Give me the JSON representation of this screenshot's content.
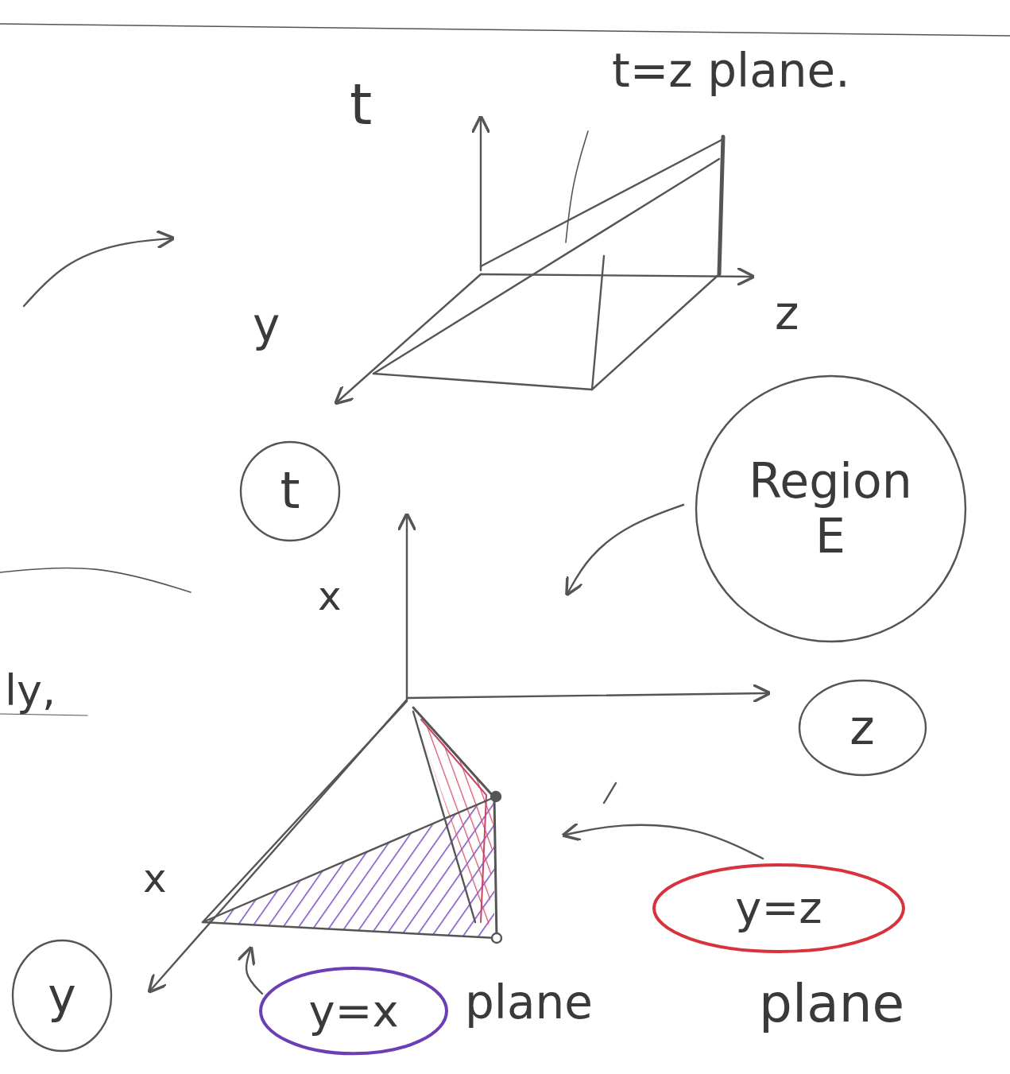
{
  "diagram": {
    "nodes": [
      {
        "text": [
          "t"
        ]
      },
      {
        "text": [
          "Region E"
        ]
      },
      {
        "text": [
          "z"
        ]
      },
      {
        "text": [
          "y"
        ]
      },
      {
        "text": [
          "y=x"
        ]
      },
      {
        "text": [
          "y=z"
        ]
      }
    ],
    "labels": [
      "t=z plane.",
      "t",
      "y",
      "z",
      "x",
      "x",
      "plane",
      "plane",
      "ly,"
    ]
  }
}
